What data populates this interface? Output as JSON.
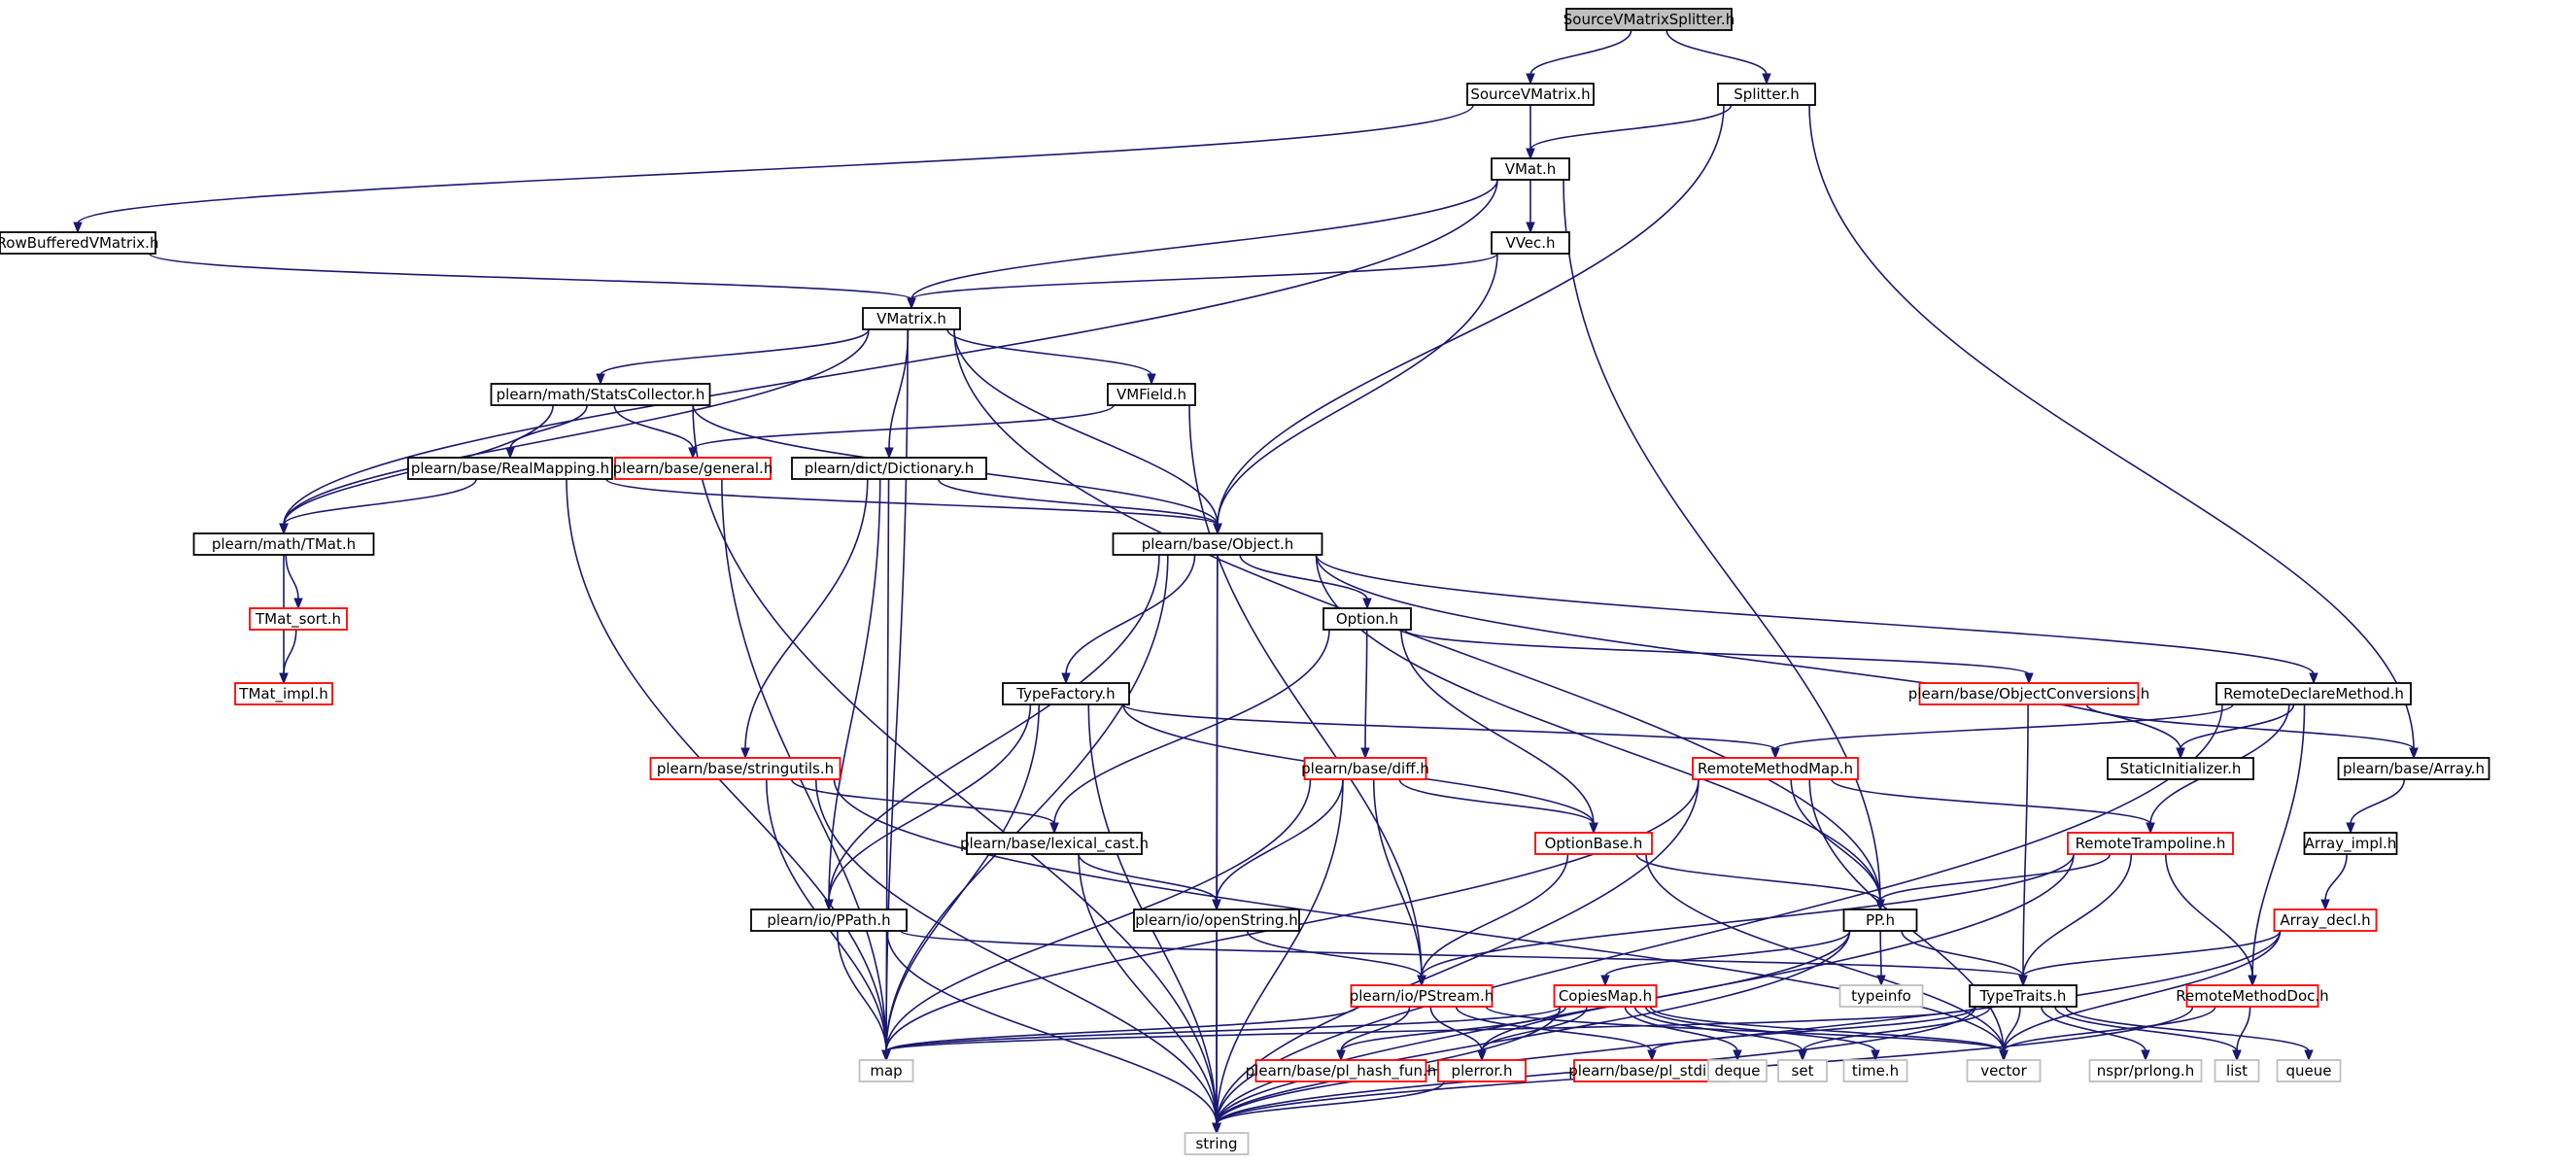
{
  "diagram": {
    "title": "SourceVMatrixSplitter.h",
    "nodes": [
      {
        "id": "root",
        "label": "SourceVMatrixSplitter.h",
        "style": "root"
      },
      {
        "id": "svm",
        "label": "SourceVMatrix.h",
        "style": "plain"
      },
      {
        "id": "spl",
        "label": "Splitter.h",
        "style": "plain"
      },
      {
        "id": "vmat",
        "label": "VMat.h",
        "style": "plain"
      },
      {
        "id": "rbv",
        "label": "RowBufferedVMatrix.h",
        "style": "plain"
      },
      {
        "id": "vvec",
        "label": "VVec.h",
        "style": "plain"
      },
      {
        "id": "vmatrix",
        "label": "VMatrix.h",
        "style": "plain"
      },
      {
        "id": "stats",
        "label": "plearn/math/StatsCollector.h",
        "style": "plain"
      },
      {
        "id": "vmfield",
        "label": "VMField.h",
        "style": "plain"
      },
      {
        "id": "realmap",
        "label": "plearn/base/RealMapping.h",
        "style": "plain"
      },
      {
        "id": "general",
        "label": "plearn/base/general.h",
        "style": "red"
      },
      {
        "id": "dict",
        "label": "plearn/dict/Dictionary.h",
        "style": "plain"
      },
      {
        "id": "tmat",
        "label": "plearn/math/TMat.h",
        "style": "plain"
      },
      {
        "id": "object",
        "label": "plearn/base/Object.h",
        "style": "plain"
      },
      {
        "id": "tmatsort",
        "label": "TMat_sort.h",
        "style": "red"
      },
      {
        "id": "tmatimpl",
        "label": "TMat_impl.h",
        "style": "red"
      },
      {
        "id": "option",
        "label": "Option.h",
        "style": "plain"
      },
      {
        "id": "typefactory",
        "label": "TypeFactory.h",
        "style": "plain"
      },
      {
        "id": "objconv",
        "label": "plearn/base/ObjectConversions.h",
        "style": "red"
      },
      {
        "id": "rdm",
        "label": "RemoteDeclareMethod.h",
        "style": "plain"
      },
      {
        "id": "stringutils",
        "label": "plearn/base/stringutils.h",
        "style": "red"
      },
      {
        "id": "diff",
        "label": "plearn/base/diff.h",
        "style": "red"
      },
      {
        "id": "rmm",
        "label": "RemoteMethodMap.h",
        "style": "red"
      },
      {
        "id": "staticinit",
        "label": "StaticInitializer.h",
        "style": "plain"
      },
      {
        "id": "array",
        "label": "plearn/base/Array.h",
        "style": "plain"
      },
      {
        "id": "lexical",
        "label": "plearn/base/lexical_cast.h",
        "style": "plain"
      },
      {
        "id": "optionbase",
        "label": "OptionBase.h",
        "style": "red"
      },
      {
        "id": "rtramp",
        "label": "RemoteTrampoline.h",
        "style": "red"
      },
      {
        "id": "arrayimpl",
        "label": "Array_impl.h",
        "style": "plain"
      },
      {
        "id": "ppath",
        "label": "plearn/io/PPath.h",
        "style": "plain"
      },
      {
        "id": "openstring",
        "label": "plearn/io/openString.h",
        "style": "plain"
      },
      {
        "id": "pp",
        "label": "PP.h",
        "style": "plain"
      },
      {
        "id": "arraydecl",
        "label": "Array_decl.h",
        "style": "red"
      },
      {
        "id": "pstream",
        "label": "plearn/io/PStream.h",
        "style": "red"
      },
      {
        "id": "typeinfo",
        "label": "typeinfo",
        "style": "grey"
      },
      {
        "id": "copiesmap",
        "label": "CopiesMap.h",
        "style": "red"
      },
      {
        "id": "typetraits",
        "label": "TypeTraits.h",
        "style": "plain"
      },
      {
        "id": "rmdoc",
        "label": "RemoteMethodDoc.h",
        "style": "red"
      },
      {
        "id": "map",
        "label": "map",
        "style": "grey"
      },
      {
        "id": "hashfun",
        "label": "plearn/base/pl_hash_fun.h",
        "style": "red"
      },
      {
        "id": "plerror",
        "label": "plerror.h",
        "style": "red"
      },
      {
        "id": "stdint",
        "label": "plearn/base/pl_stdint.h",
        "style": "red"
      },
      {
        "id": "deque",
        "label": "deque",
        "style": "grey"
      },
      {
        "id": "set",
        "label": "set",
        "style": "grey"
      },
      {
        "id": "timeh",
        "label": "time.h",
        "style": "grey"
      },
      {
        "id": "vector",
        "label": "vector",
        "style": "grey"
      },
      {
        "id": "prlong",
        "label": "nspr/prlong.h",
        "style": "grey"
      },
      {
        "id": "list",
        "label": "list",
        "style": "grey"
      },
      {
        "id": "queue",
        "label": "queue",
        "style": "grey"
      },
      {
        "id": "string",
        "label": "string",
        "style": "grey"
      }
    ],
    "edges": [
      [
        "root",
        "svm"
      ],
      [
        "root",
        "spl"
      ],
      [
        "svm",
        "vmat"
      ],
      [
        "svm",
        "rbv"
      ],
      [
        "spl",
        "vmat"
      ],
      [
        "spl",
        "object"
      ],
      [
        "spl",
        "array"
      ],
      [
        "vmat",
        "vvec"
      ],
      [
        "vmat",
        "vmatrix"
      ],
      [
        "vmat",
        "tmat"
      ],
      [
        "vmat",
        "pp"
      ],
      [
        "rbv",
        "vmatrix"
      ],
      [
        "vvec",
        "vmatrix"
      ],
      [
        "vvec",
        "object"
      ],
      [
        "vmatrix",
        "stats"
      ],
      [
        "vmatrix",
        "vmfield"
      ],
      [
        "vmatrix",
        "dict"
      ],
      [
        "vmatrix",
        "object"
      ],
      [
        "vmatrix",
        "tmat"
      ],
      [
        "vmatrix",
        "map"
      ],
      [
        "vmatrix",
        "pp"
      ],
      [
        "stats",
        "realmap"
      ],
      [
        "stats",
        "general"
      ],
      [
        "stats",
        "tmat"
      ],
      [
        "stats",
        "object"
      ],
      [
        "stats",
        "string"
      ],
      [
        "vmfield",
        "general"
      ],
      [
        "vmfield",
        "pstream"
      ],
      [
        "realmap",
        "tmat"
      ],
      [
        "realmap",
        "object"
      ],
      [
        "realmap",
        "map"
      ],
      [
        "general",
        "map"
      ],
      [
        "dict",
        "object"
      ],
      [
        "dict",
        "stringutils"
      ],
      [
        "dict",
        "map"
      ],
      [
        "dict",
        "ppath"
      ],
      [
        "tmat",
        "tmatsort"
      ],
      [
        "tmat",
        "tmatimpl"
      ],
      [
        "tmatsort",
        "tmatimpl"
      ],
      [
        "object",
        "option"
      ],
      [
        "object",
        "typefactory"
      ],
      [
        "object",
        "openstring"
      ],
      [
        "object",
        "ppath"
      ],
      [
        "object",
        "map"
      ],
      [
        "object",
        "pp"
      ],
      [
        "object",
        "staticinit"
      ],
      [
        "object",
        "rdm"
      ],
      [
        "object",
        "string"
      ],
      [
        "option",
        "objconv"
      ],
      [
        "option",
        "diff"
      ],
      [
        "option",
        "optionbase"
      ],
      [
        "option",
        "lexical"
      ],
      [
        "typefactory",
        "rmm"
      ],
      [
        "typefactory",
        "optionbase"
      ],
      [
        "typefactory",
        "ppath"
      ],
      [
        "typefactory",
        "map"
      ],
      [
        "typefactory",
        "string"
      ],
      [
        "objconv",
        "typetraits"
      ],
      [
        "objconv",
        "array"
      ],
      [
        "rdm",
        "rmm"
      ],
      [
        "rdm",
        "staticinit"
      ],
      [
        "rdm",
        "rtramp"
      ],
      [
        "rdm",
        "rmdoc"
      ],
      [
        "rdm",
        "string"
      ],
      [
        "stringutils",
        "lexical"
      ],
      [
        "stringutils",
        "map"
      ],
      [
        "stringutils",
        "string"
      ],
      [
        "stringutils",
        "vector"
      ],
      [
        "diff",
        "optionbase"
      ],
      [
        "diff",
        "openstring"
      ],
      [
        "diff",
        "pstream"
      ],
      [
        "diff",
        "map"
      ],
      [
        "diff",
        "string"
      ],
      [
        "rmm",
        "pp"
      ],
      [
        "rmm",
        "rtramp"
      ],
      [
        "rmm",
        "map"
      ],
      [
        "rmm",
        "string"
      ],
      [
        "rmm",
        "vector"
      ],
      [
        "array",
        "arrayimpl"
      ],
      [
        "arrayimpl",
        "arraydecl"
      ],
      [
        "lexical",
        "openstring"
      ],
      [
        "lexical",
        "string"
      ],
      [
        "optionbase",
        "pp"
      ],
      [
        "optionbase",
        "pstream"
      ],
      [
        "optionbase",
        "vector"
      ],
      [
        "rtramp",
        "pp"
      ],
      [
        "rtramp",
        "typetraits"
      ],
      [
        "rtramp",
        "rmdoc"
      ],
      [
        "rtramp",
        "pstream"
      ],
      [
        "rtramp",
        "string"
      ],
      [
        "arraydecl",
        "typetraits"
      ],
      [
        "arraydecl",
        "vector"
      ],
      [
        "arraydecl",
        "string"
      ],
      [
        "ppath",
        "typetraits"
      ],
      [
        "ppath",
        "map"
      ],
      [
        "ppath",
        "string"
      ],
      [
        "openstring",
        "pstream"
      ],
      [
        "openstring",
        "string"
      ],
      [
        "pp",
        "typeinfo"
      ],
      [
        "pp",
        "copiesmap"
      ],
      [
        "pp",
        "typetraits"
      ],
      [
        "pp",
        "plerror"
      ],
      [
        "pp",
        "string"
      ],
      [
        "pstream",
        "map"
      ],
      [
        "pstream",
        "hashfun"
      ],
      [
        "pstream",
        "plerror"
      ],
      [
        "pstream",
        "stdint"
      ],
      [
        "pstream",
        "vector"
      ],
      [
        "copiesmap",
        "map"
      ],
      [
        "copiesmap",
        "hashfun"
      ],
      [
        "copiesmap",
        "plerror"
      ],
      [
        "copiesmap",
        "deque"
      ],
      [
        "copiesmap",
        "set"
      ],
      [
        "copiesmap",
        "timeh"
      ],
      [
        "copiesmap",
        "vector"
      ],
      [
        "copiesmap",
        "string"
      ],
      [
        "typetraits",
        "map"
      ],
      [
        "typetraits",
        "stdint"
      ],
      [
        "typetraits",
        "set"
      ],
      [
        "typetraits",
        "vector"
      ],
      [
        "typetraits",
        "prlong"
      ],
      [
        "typetraits",
        "list"
      ],
      [
        "typetraits",
        "queue"
      ],
      [
        "typetraits",
        "string"
      ],
      [
        "rmdoc",
        "vector"
      ],
      [
        "rmdoc",
        "list"
      ],
      [
        "rmdoc",
        "string"
      ],
      [
        "plerror",
        "string"
      ]
    ]
  }
}
